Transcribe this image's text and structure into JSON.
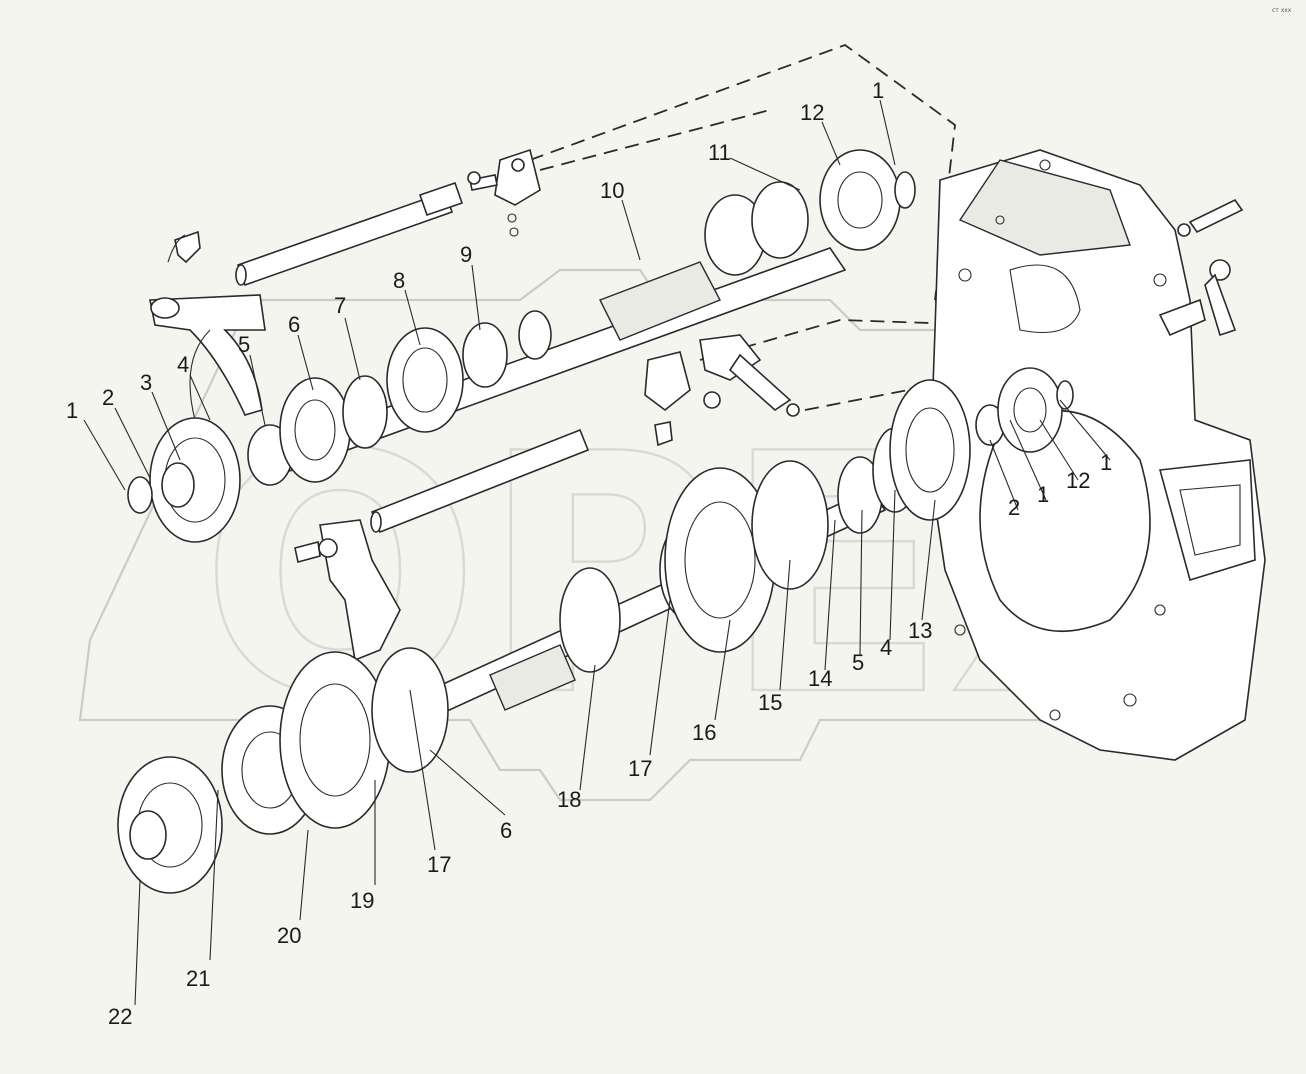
{
  "stamp": "ст ххх",
  "watermark": "OPEX",
  "callouts": [
    {
      "id": "c-1a",
      "text": "1"
    },
    {
      "id": "c-2a",
      "text": "2"
    },
    {
      "id": "c-3",
      "text": "3"
    },
    {
      "id": "c-4a",
      "text": "4"
    },
    {
      "id": "c-5a",
      "text": "5"
    },
    {
      "id": "c-6a",
      "text": "6"
    },
    {
      "id": "c-7",
      "text": "7"
    },
    {
      "id": "c-8",
      "text": "8"
    },
    {
      "id": "c-9",
      "text": "9"
    },
    {
      "id": "c-10",
      "text": "10"
    },
    {
      "id": "c-11",
      "text": "11"
    },
    {
      "id": "c-12a",
      "text": "12"
    },
    {
      "id": "c-1b",
      "text": "1"
    },
    {
      "id": "c-1c",
      "text": "1"
    },
    {
      "id": "c-12b",
      "text": "12"
    },
    {
      "id": "c-1d",
      "text": "1"
    },
    {
      "id": "c-2b",
      "text": "2"
    },
    {
      "id": "c-13",
      "text": "13"
    },
    {
      "id": "c-4b",
      "text": "4"
    },
    {
      "id": "c-5b",
      "text": "5"
    },
    {
      "id": "c-14",
      "text": "14"
    },
    {
      "id": "c-15",
      "text": "15"
    },
    {
      "id": "c-16",
      "text": "16"
    },
    {
      "id": "c-17a",
      "text": "17"
    },
    {
      "id": "c-18",
      "text": "18"
    },
    {
      "id": "c-6b",
      "text": "6"
    },
    {
      "id": "c-17b",
      "text": "17"
    },
    {
      "id": "c-19",
      "text": "19"
    },
    {
      "id": "c-20",
      "text": "20"
    },
    {
      "id": "c-21",
      "text": "21"
    },
    {
      "id": "c-22",
      "text": "22"
    }
  ]
}
